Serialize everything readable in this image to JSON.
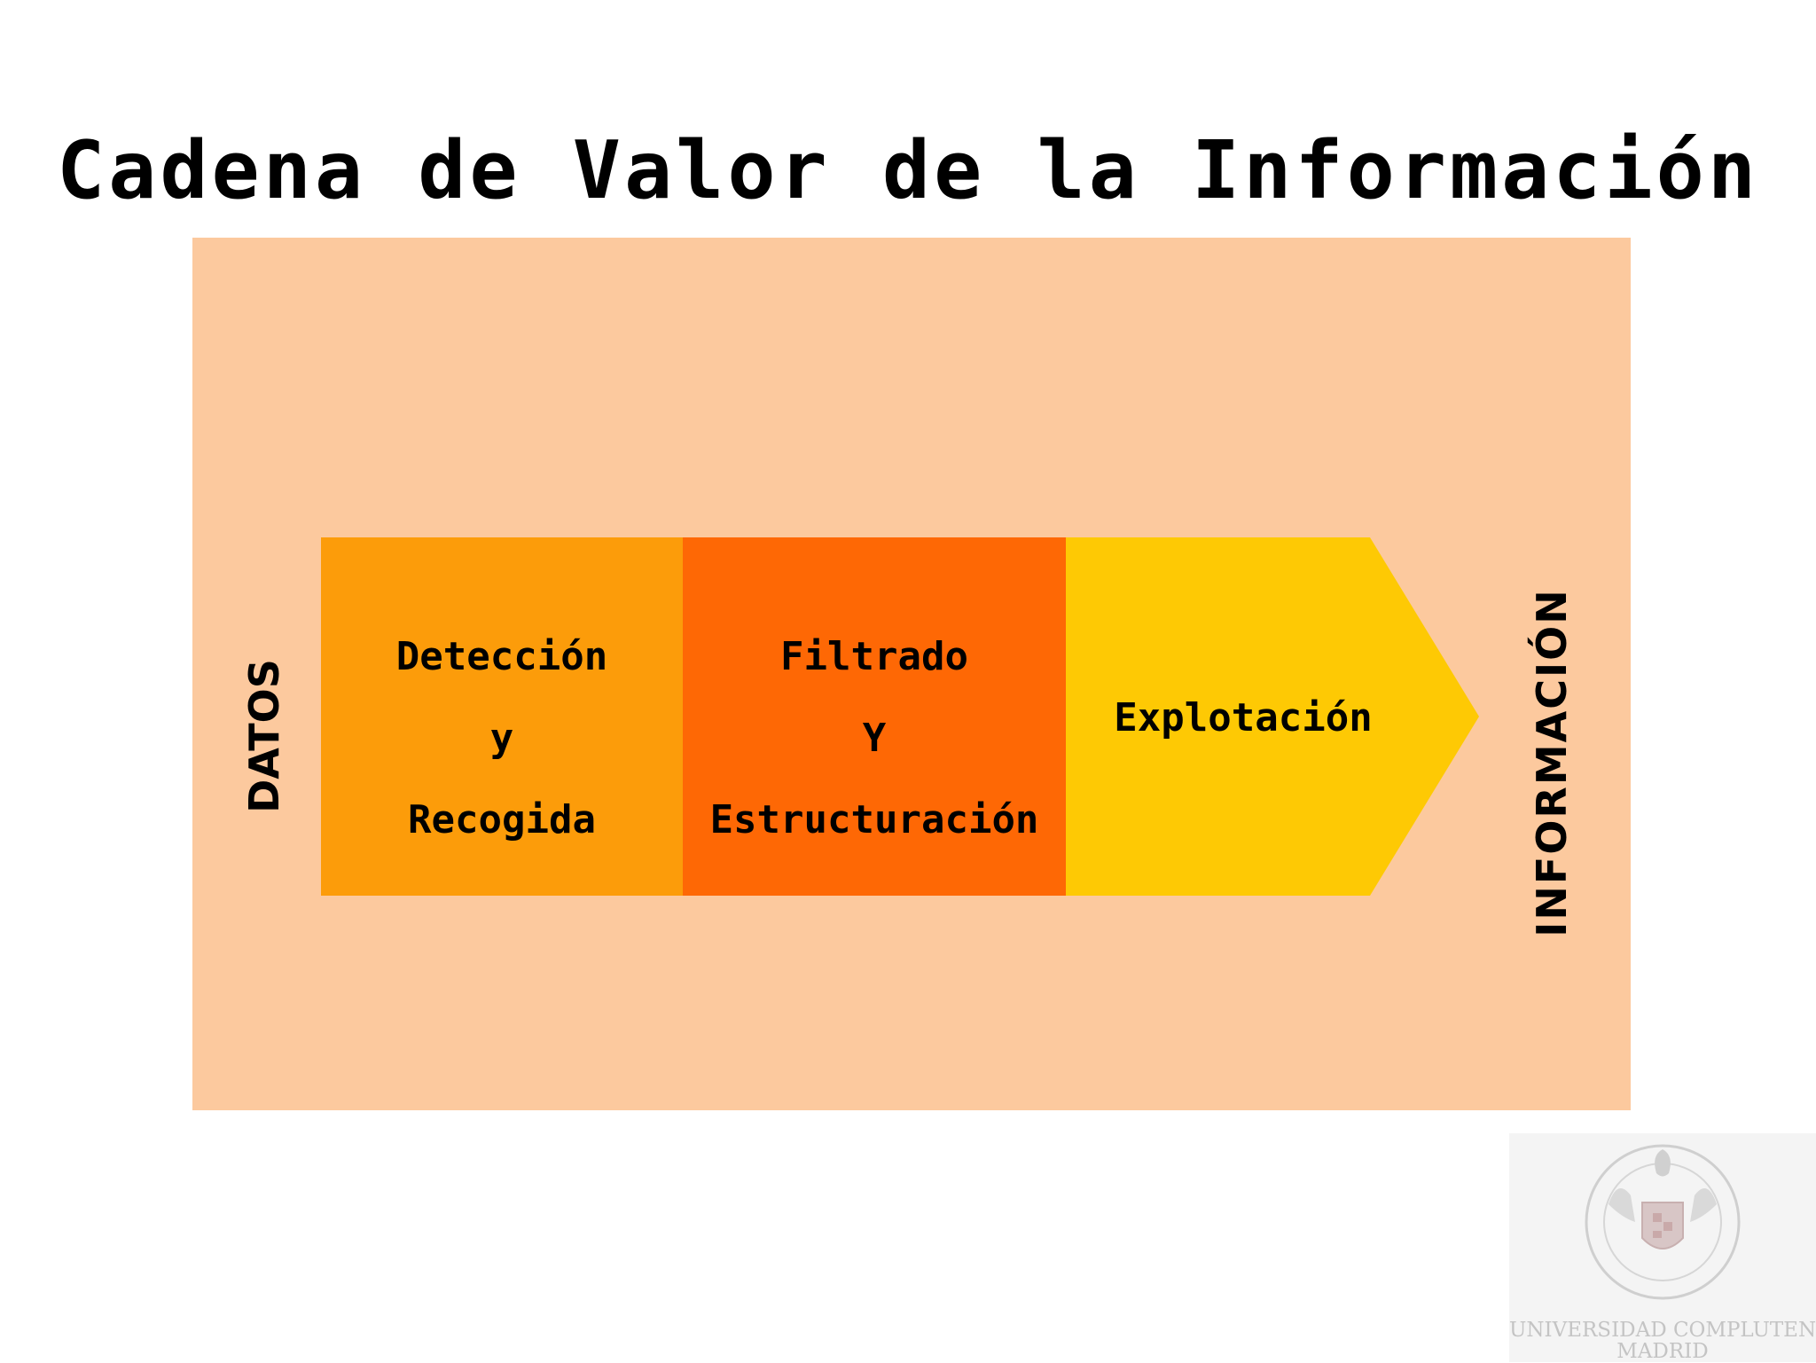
{
  "title": "Cadena de Valor de la Información",
  "labels": {
    "input": "DATOS",
    "output": "INFORMACIÓN"
  },
  "stages": [
    {
      "lines": [
        "Detección",
        "y",
        "Recogida"
      ],
      "color": "#fc9c0a"
    },
    {
      "lines": [
        "Filtrado",
        "Y",
        "Estructuración"
      ],
      "color": "#fe6805"
    },
    {
      "lines": [
        "Explotación"
      ],
      "color": "#fec904"
    }
  ],
  "colors": {
    "background_panel": "#fcc99e"
  },
  "logo": {
    "line1": "UNIVERSIDAD COMPLUTENSE",
    "line2": "MADRID"
  }
}
